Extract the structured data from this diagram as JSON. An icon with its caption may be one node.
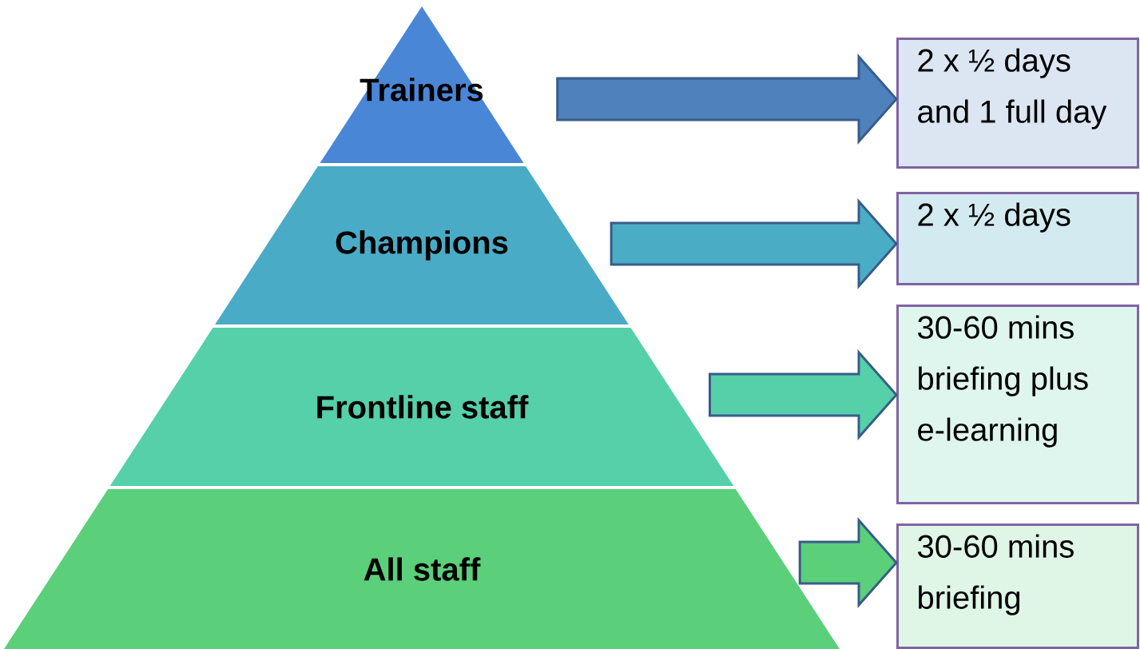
{
  "diagram": {
    "nodes": [
      {
        "text": [
          "Trainers"
        ]
      },
      {
        "text": [
          "Champions"
        ]
      },
      {
        "text": [
          "Frontline staff"
        ]
      },
      {
        "text": [
          "All staff"
        ]
      },
      {
        "text": [
          "2 x ½ days and 1 full day"
        ]
      },
      {
        "text": [
          "2 x ½ days"
        ]
      },
      {
        "text": [
          "30-60 mins briefing plus e-learning"
        ]
      },
      {
        "text": [
          "30-60 mins briefing"
        ]
      }
    ],
    "edges": [
      {
        "from": 0,
        "to": 4,
        "arrow": "to"
      },
      {
        "from": 1,
        "to": 5,
        "arrow": "to"
      },
      {
        "from": 2,
        "to": 6,
        "arrow": "to"
      },
      {
        "from": 3,
        "to": 7,
        "arrow": "to"
      }
    ]
  }
}
